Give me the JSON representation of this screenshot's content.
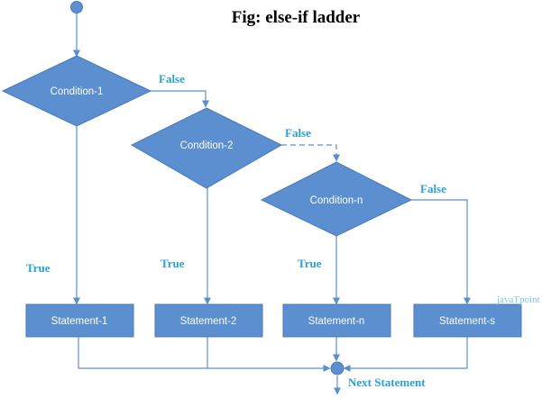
{
  "title": "Fig: else-if ladder",
  "conditions": [
    "Condition-1",
    "Condition-2",
    "Condition-n"
  ],
  "statements": [
    "Statement-1",
    "Statement-2",
    "Statement-n",
    "Statement-s"
  ],
  "labels": {
    "true": "True",
    "false": "False",
    "next_statement": "Next Statement"
  },
  "watermark": "javaTpoint",
  "colors": {
    "shape_fill": "#5b8fd0",
    "connector": "#5b8fd0",
    "label_text": "#2a9fd8"
  }
}
